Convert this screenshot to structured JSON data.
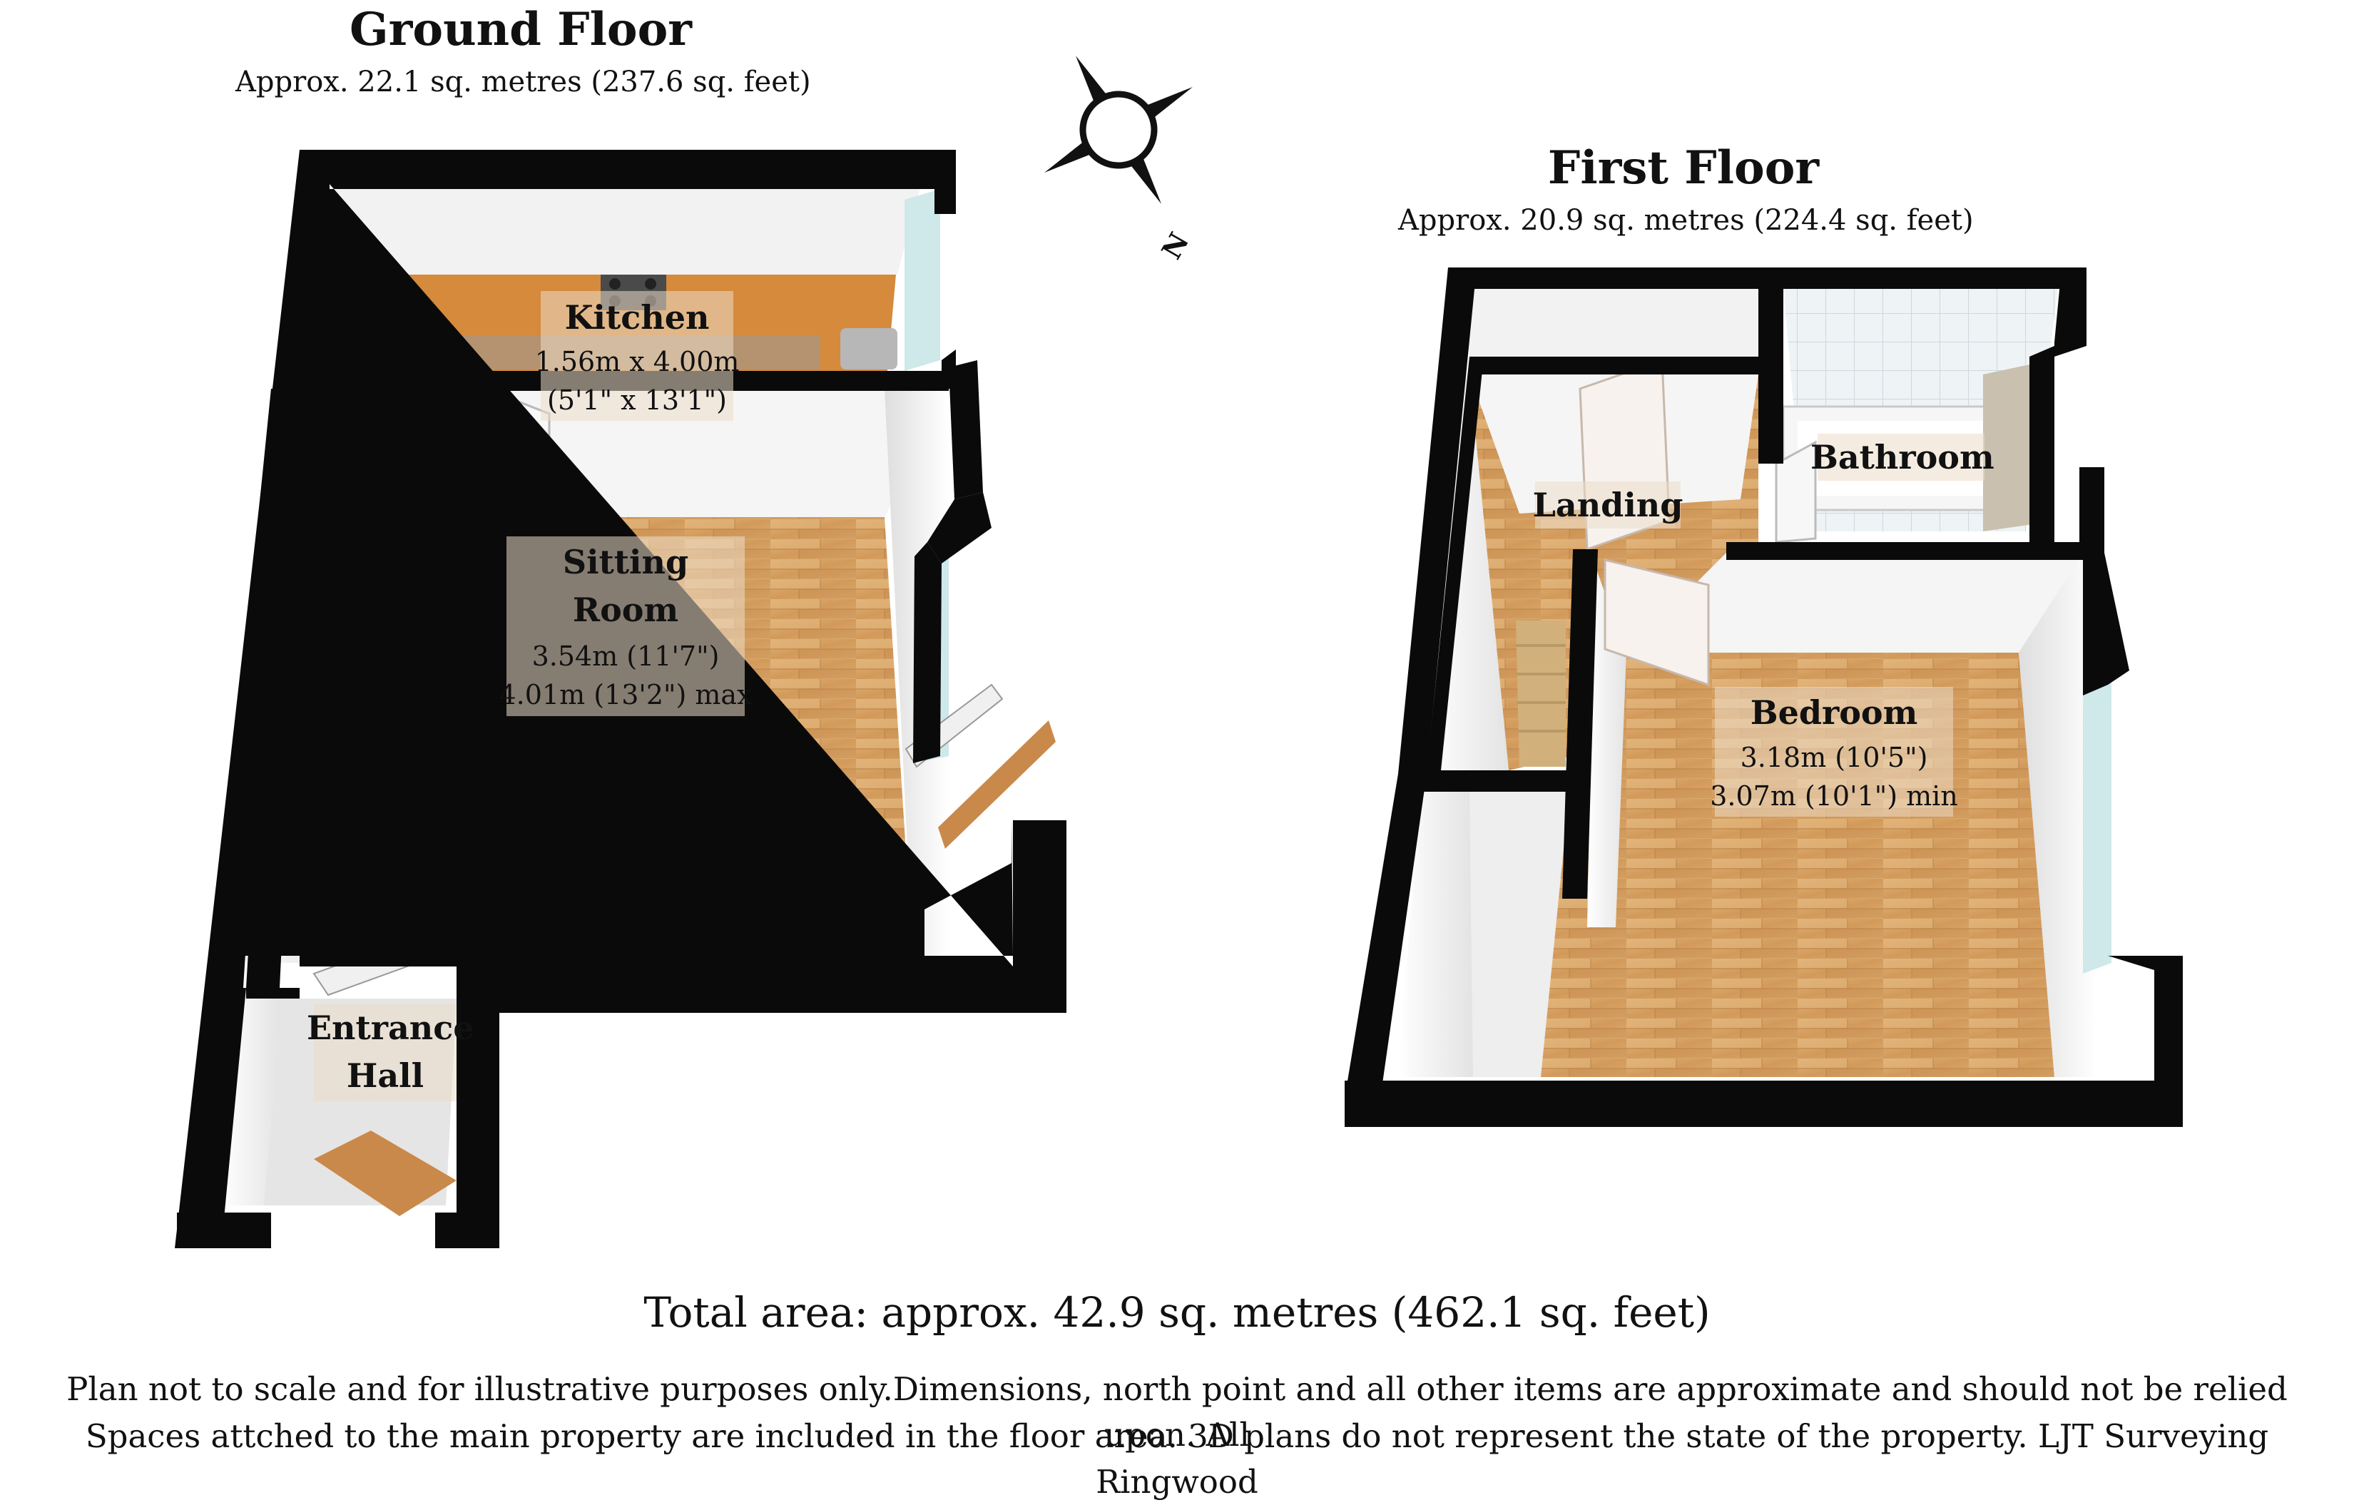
{
  "ground_floor": {
    "title": "Ground Floor",
    "area": "Approx.  22.1 sq. metres (237.6 sq. feet)",
    "rooms": {
      "kitchen": {
        "name": "Kitchen",
        "dim1": "1.56m x 4.00m",
        "dim2": "(5'1\" x 13'1\")"
      },
      "sitting_room": {
        "name_line1": "Sitting",
        "name_line2": "Room",
        "dim1": "3.54m (11'7\")",
        "dim2": "4.01m (13'2\") max"
      },
      "entrance_hall": {
        "name_line1": "Entrance",
        "name_line2": "Hall"
      }
    }
  },
  "first_floor": {
    "title": "First Floor",
    "area": "Approx.  20.9 sq. metres (224.4 sq. feet)",
    "rooms": {
      "bathroom": {
        "name": "Bathroom"
      },
      "landing": {
        "name": "Landing"
      },
      "bedroom": {
        "name": "Bedroom",
        "dim1": "3.18m (10'5\")",
        "dim2": "3.07m (10'1\") min"
      }
    }
  },
  "compass": {
    "north_label": "N"
  },
  "total_area": "Total area: approx.  42.9 sq. metres (462.1 sq. feet)",
  "disclaimer_line1": "Plan not to scale and for illustrative purposes only.Dimensions, north point and all other items are approximate and should not be relied upon. All",
  "disclaimer_line2": "Spaces attched to the main property are included in the floor area. 3D plans do not represent the state of the property. LJT Surveying Ringwood",
  "colors": {
    "wall": "#0a0a0a",
    "wall_face": "#f4f4f4",
    "wood_floor": "#d9a466",
    "kitchen_counter": "#d58a3c",
    "stairs": "#e8d7ac",
    "tile": "#eef3f5"
  }
}
